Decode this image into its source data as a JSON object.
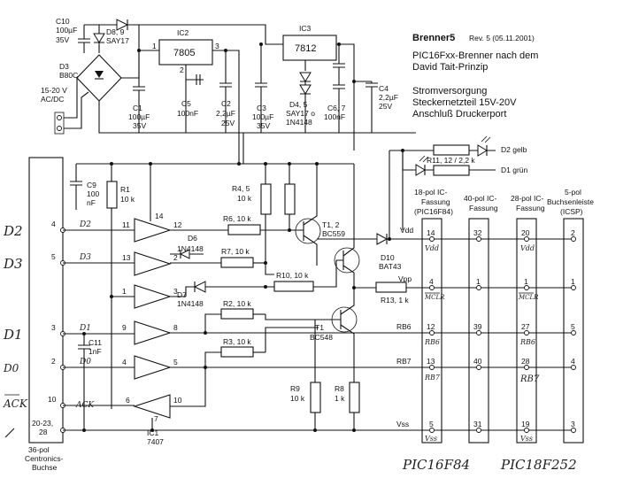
{
  "title": {
    "name": "Brenner5",
    "rev": "Rev. 5 (05.11.2001)",
    "line1": "PIC16Fxx-Brenner nach dem",
    "line2": "David Tait-Prinzip"
  },
  "supply": {
    "heading": "Stromversorgung",
    "line1": "Steckernetzteil 15V-20V",
    "line2": "Anschluß  Druckerport"
  },
  "power": {
    "c10": [
      "C10",
      "100µF",
      "35V"
    ],
    "d89": [
      "D8, 9",
      "SAY17"
    ],
    "d3": [
      "D3",
      "B80C"
    ],
    "input": [
      "15-20 V",
      "AC/DC"
    ],
    "ic2_name": "IC2",
    "ic2_type": "7805",
    "ic3_name": "IC3",
    "ic3_type": "7812",
    "c1": [
      "C1",
      "100µF",
      "35V"
    ],
    "c5": [
      "C5",
      "100nF"
    ],
    "c2": [
      "C2",
      "2,2µF",
      "25V"
    ],
    "c3": [
      "C3",
      "100µF",
      "35V"
    ],
    "d45": [
      "D4, 5",
      "SAY17 o",
      "1N4148"
    ],
    "c67": [
      "C6, 7",
      "100nF"
    ],
    "c4": [
      "C4",
      "2,2µF",
      "25V"
    ],
    "pin1": "1",
    "pin2": "2",
    "pin3": "3"
  },
  "leds": {
    "r11": "R11, 12 / 2,2 k",
    "d2": "D2 gelb",
    "d1": "D1 grün"
  },
  "logic": {
    "c9": [
      "C9",
      "100",
      "nF"
    ],
    "r1": [
      "R1",
      "10 k"
    ],
    "r45": [
      "R4, 5",
      "10 k"
    ],
    "r6": "R6, 10 k",
    "r7": "R7, 10 k",
    "d6": [
      "D6",
      "1N4148"
    ],
    "d7": [
      "D7",
      "1N4148"
    ],
    "r10": "R10, 10 k",
    "r2": "R2, 10 k",
    "r3": "R3, 10 k",
    "c11": [
      "C11",
      "1nF"
    ],
    "t12": [
      "T1, 2",
      "BC559"
    ],
    "t1": [
      "T1",
      "BC548"
    ],
    "d10": [
      "D10",
      "BAT43"
    ],
    "r13": "R13, 1 k",
    "r9": [
      "R9",
      "10 k"
    ],
    "r8": [
      "R8",
      "1 k"
    ],
    "ic1": [
      "IC1",
      "7407"
    ],
    "gate_pins": [
      "14",
      "12",
      "13",
      "2",
      "1",
      "3",
      "4",
      "5",
      "6",
      "9",
      "8",
      "11",
      "10",
      "7"
    ]
  },
  "centronics": {
    "label": [
      "36-pol",
      "Centronics-",
      "Buchse"
    ],
    "pins": [
      "4",
      "5",
      "3",
      "2",
      "10",
      "20-23,",
      "28"
    ],
    "hand_left": [
      "D2",
      "D3",
      "D1",
      "D0",
      "ACK"
    ],
    "hand_inner": [
      "D2",
      "D3",
      "D1",
      "D0",
      "ACK"
    ]
  },
  "sockets": {
    "headers": [
      [
        "18-pol IC-",
        "Fassung",
        "(PIC16F84)"
      ],
      [
        "40-pol IC-",
        "Fassung"
      ],
      [
        "28-pol IC-",
        "Fassung"
      ],
      [
        "5-pol",
        "Buchsenleiste",
        "(ICSP)"
      ]
    ],
    "rows": [
      {
        "signal": "Vdd",
        "pins": [
          "14",
          "32",
          "20",
          "2"
        ],
        "hand": [
          "Vdd",
          "",
          "Vdd",
          ""
        ]
      },
      {
        "signal": "Vpp",
        "pins": [
          "4",
          "1",
          "1",
          "1"
        ],
        "hand": [
          "MCLR",
          "",
          "MCLR",
          ""
        ]
      },
      {
        "signal": "RB6",
        "pins": [
          "12",
          "39",
          "27",
          "5"
        ],
        "hand": [
          "RB6",
          "",
          "RB6",
          ""
        ]
      },
      {
        "signal": "RB7",
        "pins": [
          "13",
          "40",
          "28",
          "4"
        ],
        "hand": [
          "RB7",
          "",
          "RB7",
          ""
        ]
      },
      {
        "signal": "Vss",
        "pins": [
          "5",
          "31",
          "19",
          "3"
        ],
        "hand": [
          "Vss",
          "",
          "Vss",
          ""
        ]
      }
    ],
    "footer_hand": [
      "PIC16F84",
      "PIC18F252"
    ]
  }
}
